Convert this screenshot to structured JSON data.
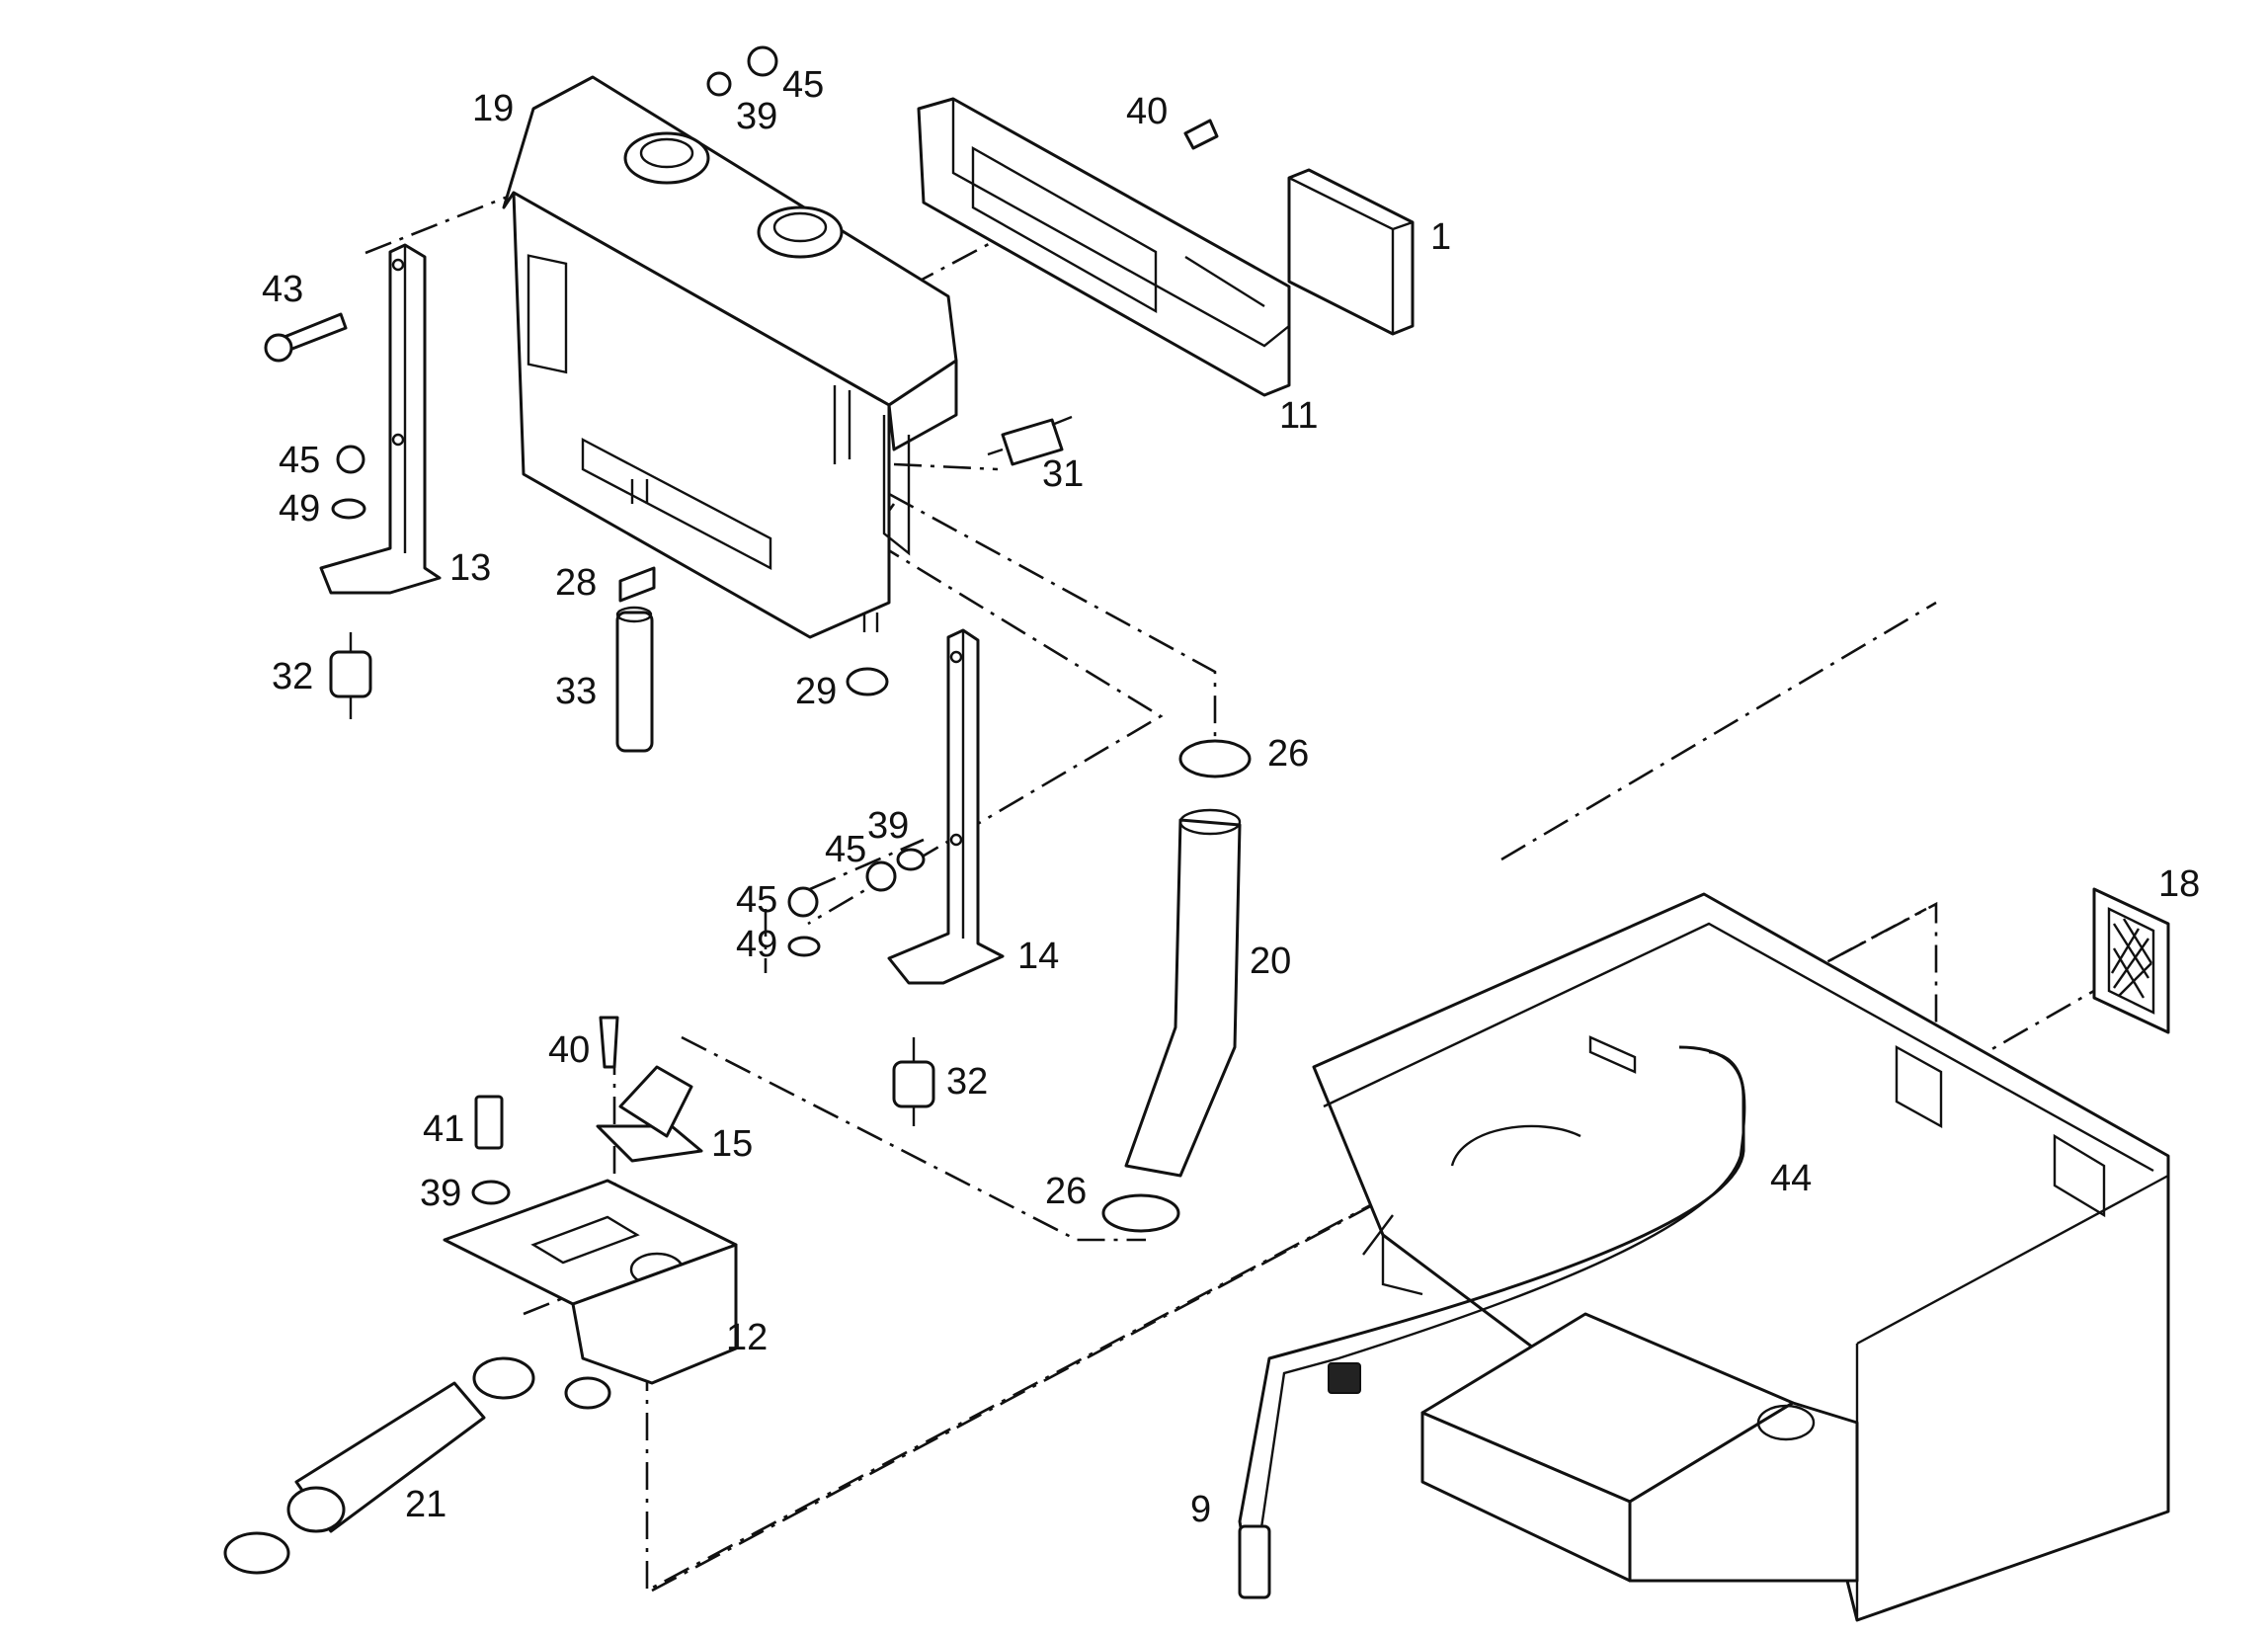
{
  "callouts": [
    {
      "id": "c1",
      "text": "1"
    },
    {
      "id": "c9",
      "text": "9"
    },
    {
      "id": "c11",
      "text": "11"
    },
    {
      "id": "c12",
      "text": "12"
    },
    {
      "id": "c13",
      "text": "13"
    },
    {
      "id": "c14",
      "text": "14"
    },
    {
      "id": "c15",
      "text": "15"
    },
    {
      "id": "c18",
      "text": "18"
    },
    {
      "id": "c19",
      "text": "19"
    },
    {
      "id": "c20",
      "text": "20"
    },
    {
      "id": "c21",
      "text": "21"
    },
    {
      "id": "c26a",
      "text": "26"
    },
    {
      "id": "c26b",
      "text": "26"
    },
    {
      "id": "c28",
      "text": "28"
    },
    {
      "id": "c29",
      "text": "29"
    },
    {
      "id": "c31",
      "text": "31"
    },
    {
      "id": "c32a",
      "text": "32"
    },
    {
      "id": "c32b",
      "text": "32"
    },
    {
      "id": "c33",
      "text": "33"
    },
    {
      "id": "c39a",
      "text": "39"
    },
    {
      "id": "c39b",
      "text": "39"
    },
    {
      "id": "c39c",
      "text": "39"
    },
    {
      "id": "c40a",
      "text": "40"
    },
    {
      "id": "c40b",
      "text": "40"
    },
    {
      "id": "c41",
      "text": "41"
    },
    {
      "id": "c43",
      "text": "43"
    },
    {
      "id": "c44",
      "text": "44"
    },
    {
      "id": "c45a",
      "text": "45"
    },
    {
      "id": "c45b",
      "text": "45"
    },
    {
      "id": "c45c",
      "text": "45"
    },
    {
      "id": "c45d",
      "text": "45"
    },
    {
      "id": "c49a",
      "text": "49"
    },
    {
      "id": "c49b",
      "text": "49"
    }
  ]
}
